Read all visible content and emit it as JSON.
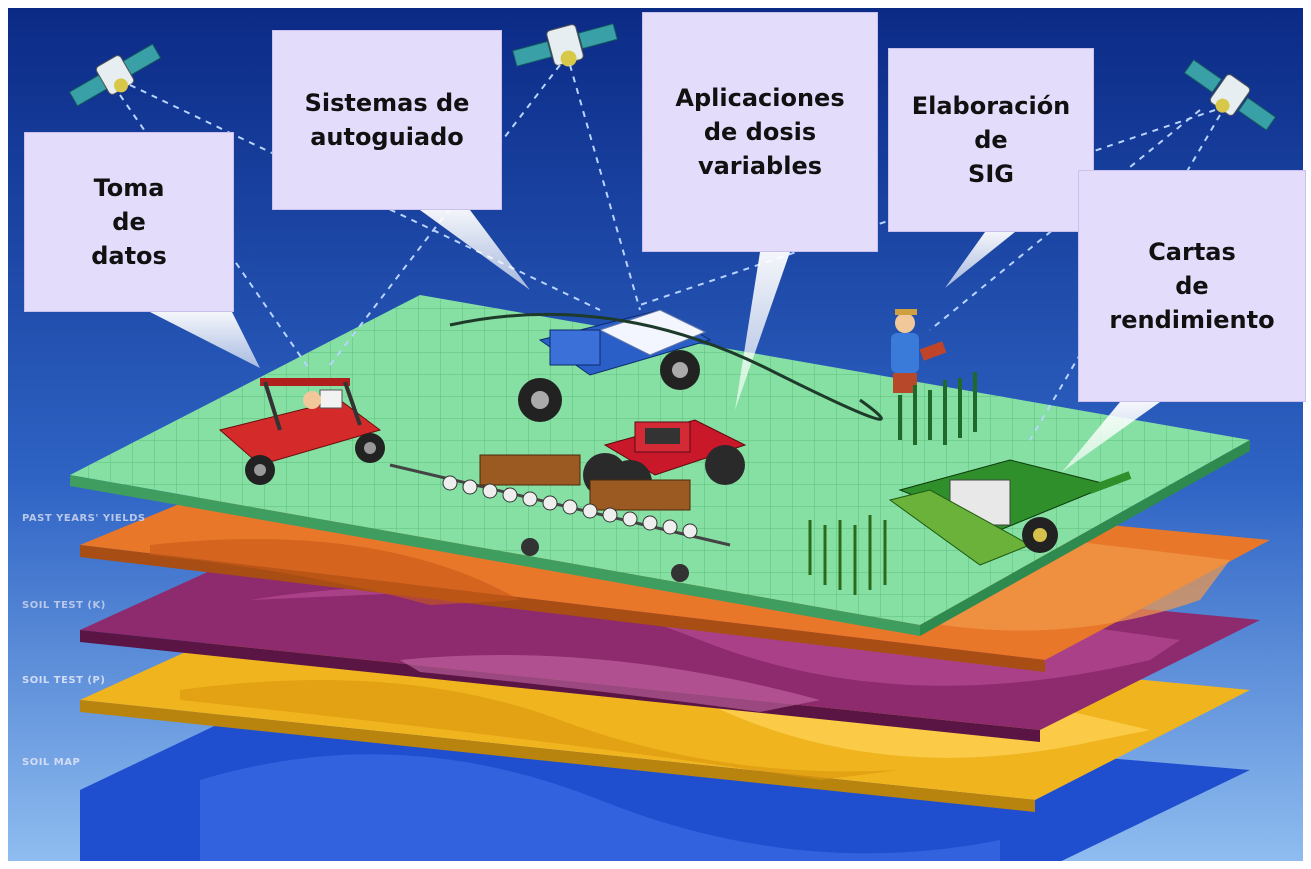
{
  "callouts": [
    {
      "key": "toma",
      "text": "Toma\nde\ndatos"
    },
    {
      "key": "autoguiado",
      "text": "Sistemas de\nautoguiado"
    },
    {
      "key": "dosis",
      "text": "Aplicaciones\nde dosis\nvariables"
    },
    {
      "key": "sig",
      "text": "Elaboración\nde\nSIG"
    },
    {
      "key": "cartas",
      "text": "Cartas\nde\nrendimiento"
    }
  ],
  "layer_labels": {
    "yields": "PAST YEARS' YIELDS",
    "soil_k": "SOIL TEST (K)",
    "soil_p": "SOIL TEST (P)",
    "soil_map": "SOIL MAP"
  },
  "colors": {
    "sky_top": "#0b2a86",
    "sky_bottom": "#6fa8e6",
    "field": "#86e0a3",
    "field_grid": "#5cc07d",
    "layer_yields": "#e8772a",
    "layer_k": "#8e2a6e",
    "layer_p": "#f0b41e",
    "layer_map": "#1f4fcf",
    "callout_bg": "#e3dcfb",
    "label_text": "#c9d6f2"
  },
  "icons": [
    "satellite-icon",
    "utility-vehicle-icon",
    "sprayer-truck-icon",
    "tractor-icon",
    "planter-icon",
    "farmer-icon",
    "combine-harvester-icon",
    "corn-plant-icon"
  ]
}
